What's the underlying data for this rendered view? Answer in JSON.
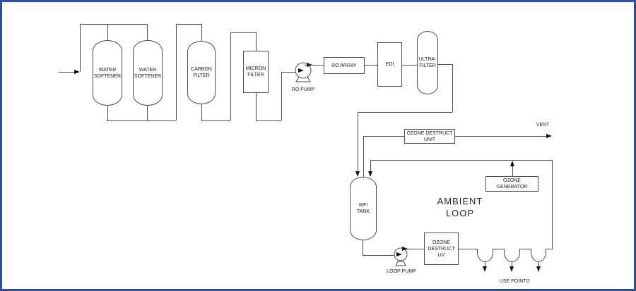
{
  "colors": {
    "pipe_line": "#4d4d4d",
    "arrowhead": "#111111",
    "text": "#1f1f1f",
    "page_border": "#2b4fa2",
    "background": "#ffffff"
  },
  "pretreatment": {
    "water_softener_1": {
      "label_lines": [
        "WATER",
        "SOFTENER"
      ]
    },
    "water_softener_2": {
      "label_lines": [
        "WATER",
        "SOFTENER"
      ]
    },
    "carbon_filter": {
      "label_lines": [
        "CARBON",
        "FILTER"
      ]
    },
    "micron_filter": {
      "label_lines": [
        "MICRON",
        "FILTER"
      ]
    },
    "ro_pump": {
      "label": "RO PUMP"
    },
    "ro_array": {
      "label": "RO ARRAY"
    },
    "edi": {
      "label": "EDI"
    },
    "ultra_filter": {
      "label_lines": [
        "ULTRA-",
        "FILTER"
      ]
    }
  },
  "loop": {
    "ozone_destruct_unit": {
      "label_lines": [
        "OZONE DESTRUCT",
        "UNIT"
      ]
    },
    "vent": {
      "label": "VENT"
    },
    "wfi_tank": {
      "label_lines": [
        "WFI",
        "TANK"
      ]
    },
    "ozone_generator": {
      "label_lines": [
        "OZONE",
        "GENERATOR"
      ]
    },
    "ambient_loop": {
      "label_lines": [
        "AMBIENT",
        "LOOP"
      ]
    },
    "loop_pump": {
      "label": "LOOP PUMP"
    },
    "ozone_destruct_uv": {
      "label_lines": [
        "OZONE",
        "DESTRUCT",
        "UV"
      ]
    },
    "use_points": {
      "label": "USE POINTS",
      "count": 3
    }
  }
}
